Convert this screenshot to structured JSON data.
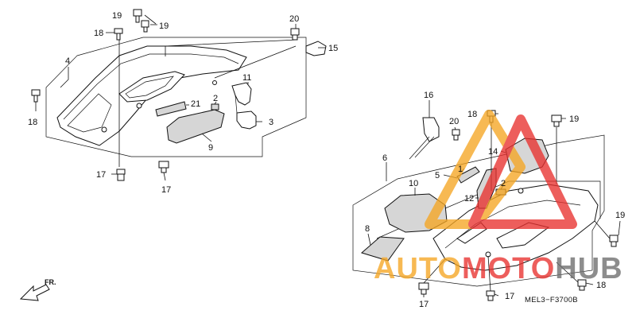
{
  "diagram": {
    "code": "MEL3−F3700B",
    "front_label": "FR.",
    "watermark": {
      "part1": "AUTO",
      "part2": "MOTO",
      "part3": "HUB",
      "colors": {
        "orange": "#f5a623",
        "red": "#e8312f",
        "gray": "#6e6e6e"
      }
    },
    "callouts": [
      {
        "id": "c19a",
        "text": "19"
      },
      {
        "id": "c19b",
        "text": "19"
      },
      {
        "id": "c18a",
        "text": "18"
      },
      {
        "id": "c4",
        "text": "4"
      },
      {
        "id": "c20a",
        "text": "20"
      },
      {
        "id": "c15",
        "text": "15"
      },
      {
        "id": "c18b",
        "text": "18"
      },
      {
        "id": "c11",
        "text": "11"
      },
      {
        "id": "c21",
        "text": "21"
      },
      {
        "id": "c2a",
        "text": "2"
      },
      {
        "id": "c3",
        "text": "3"
      },
      {
        "id": "c9",
        "text": "9"
      },
      {
        "id": "c17a",
        "text": "17"
      },
      {
        "id": "c17b",
        "text": "17"
      },
      {
        "id": "c16",
        "text": "16"
      },
      {
        "id": "c18c",
        "text": "18"
      },
      {
        "id": "c20b",
        "text": "20"
      },
      {
        "id": "c19c",
        "text": "19"
      },
      {
        "id": "c14",
        "text": "14"
      },
      {
        "id": "c6",
        "text": "6"
      },
      {
        "id": "c1",
        "text": "1"
      },
      {
        "id": "c5",
        "text": "5"
      },
      {
        "id": "c2b",
        "text": "2"
      },
      {
        "id": "c10",
        "text": "10"
      },
      {
        "id": "c12",
        "text": "12"
      },
      {
        "id": "c19d",
        "text": "19"
      },
      {
        "id": "c8",
        "text": "8"
      },
      {
        "id": "c18d",
        "text": "18"
      },
      {
        "id": "c17c",
        "text": "17"
      },
      {
        "id": "c17d",
        "text": "17"
      }
    ]
  }
}
